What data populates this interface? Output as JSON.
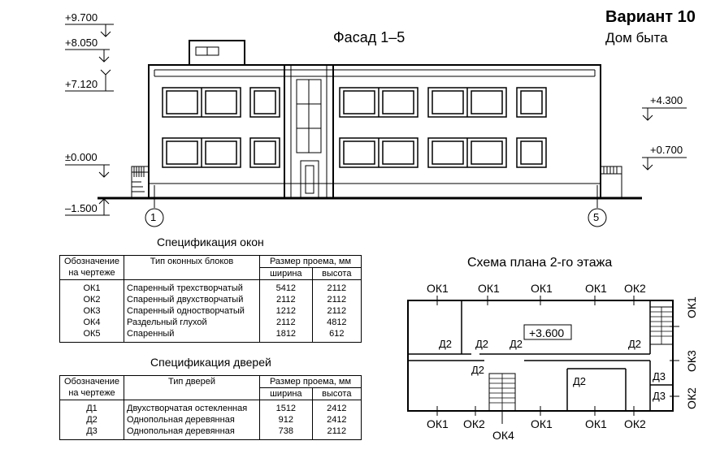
{
  "header": {
    "variant": "Вариант 10",
    "building": "Дом быта"
  },
  "facade": {
    "title": "Фасад 1–5",
    "levels": [
      "+9.700",
      "+8.050",
      "+7.120",
      "±0.000",
      "–1.500"
    ],
    "levels_right": [
      "+4.300",
      "+0.700"
    ],
    "axes": [
      "1",
      "5"
    ]
  },
  "window_spec": {
    "title": "Спецификация окон",
    "headers": {
      "designation": "Обозначение на чертеже",
      "type": "Тип оконных блоков",
      "size": "Размер проема, мм",
      "width": "ширина",
      "height": "высота"
    },
    "rows": [
      {
        "code": "ОК1",
        "type": "Спаренный трехстворчатый",
        "width": "5412",
        "height": "2112"
      },
      {
        "code": "ОК2",
        "type": "Спаренный двухстворчатый",
        "width": "2112",
        "height": "2112"
      },
      {
        "code": "ОК3",
        "type": "Спаренный одностворчатый",
        "width": "1212",
        "height": "2112"
      },
      {
        "code": "ОК4",
        "type": "Раздельный глухой",
        "width": "2112",
        "height": "4812"
      },
      {
        "code": "ОК5",
        "type": "Спаренный",
        "width": "1812",
        "height": "612"
      }
    ]
  },
  "door_spec": {
    "title": "Спецификация дверей",
    "headers": {
      "designation": "Обозначение на чертеже",
      "type": "Тип дверей",
      "size": "Размер проема, мм",
      "width": "ширина",
      "height": "высота"
    },
    "rows": [
      {
        "code": "Д1",
        "type": "Двухстворчатая остекленная",
        "width": "1512",
        "height": "2412"
      },
      {
        "code": "Д2",
        "type": "Однопольная деревянная",
        "width": "912",
        "height": "2412"
      },
      {
        "code": "Д3",
        "type": "Однопольная деревянная",
        "width": "738",
        "height": "2112"
      }
    ]
  },
  "plan": {
    "title": "Схема плана 2-го этажа",
    "elevation": "+3.600",
    "top_labels": [
      "ОК1",
      "ОК1",
      "ОК1",
      "ОК1",
      "ОК2"
    ],
    "bottom_labels": [
      "ОК1",
      "ОК2",
      "ОК1",
      "ОК1",
      "ОК2"
    ],
    "bottom_center": "ОК4",
    "right_labels": [
      "ОК1",
      "ОК3",
      "ОК2"
    ],
    "doors": [
      "Д2",
      "Д2",
      "Д2",
      "Д2",
      "Д2",
      "Д2",
      "Д3",
      "Д3"
    ]
  }
}
